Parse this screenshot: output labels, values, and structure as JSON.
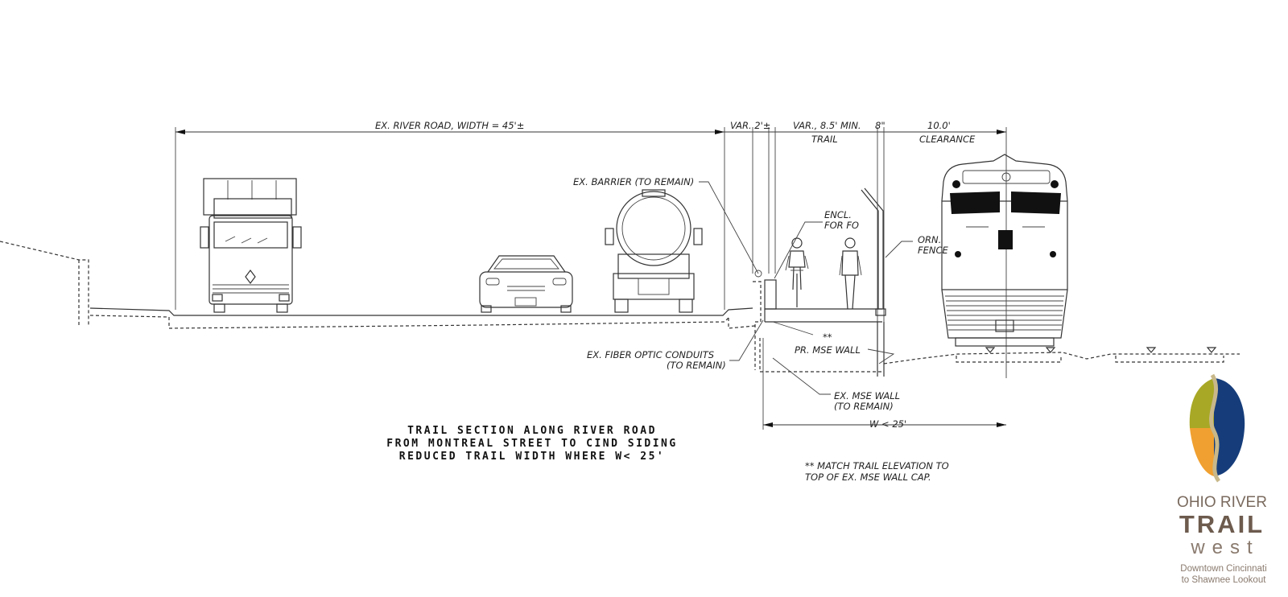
{
  "dimensions": {
    "road_width": "EX. RIVER ROAD, WIDTH = 45'±",
    "var_2": "VAR. 2'±",
    "trail_width": "VAR., 8.5' MIN.",
    "trail": "TRAIL",
    "eight_in": "8\"",
    "clearance_value": "10.0'",
    "clearance": "CLEARANCE",
    "w_limit": "W < 25'"
  },
  "callouts": {
    "barrier": "EX. BARRIER (TO REMAIN)",
    "encl_1": "ENCL.",
    "encl_2": "FOR FO",
    "fence_1": "ORN.",
    "fence_2": "FENCE",
    "fiber_1": "EX. FIBER OPTIC CONDUITS",
    "fiber_2": "(TO REMAIN)",
    "double_star": "**",
    "pr_mse": "PR. MSE WALL",
    "ex_mse_1": "EX. MSE WALL",
    "ex_mse_2": "(TO REMAIN)",
    "note_1": "** MATCH TRAIL ELEVATION TO",
    "note_2": "TOP OF EX. MSE WALL CAP."
  },
  "title": {
    "line1": "TRAIL SECTION ALONG RIVER ROAD",
    "line2": "FROM MONTREAL STREET TO CIND SIDING",
    "line3": "REDUCED TRAIL WIDTH WHERE W< 25'"
  },
  "logo": {
    "line1": "OHIO RIVER",
    "line2": "TRAIL",
    "line3": "west",
    "tag1": "Downtown Cincinnati",
    "tag2": "to Shawnee Lookout",
    "colors": {
      "olive": "#a8a826",
      "orange": "#f0a030",
      "navy": "#163d7a",
      "stripe": "#c8b88a"
    }
  }
}
